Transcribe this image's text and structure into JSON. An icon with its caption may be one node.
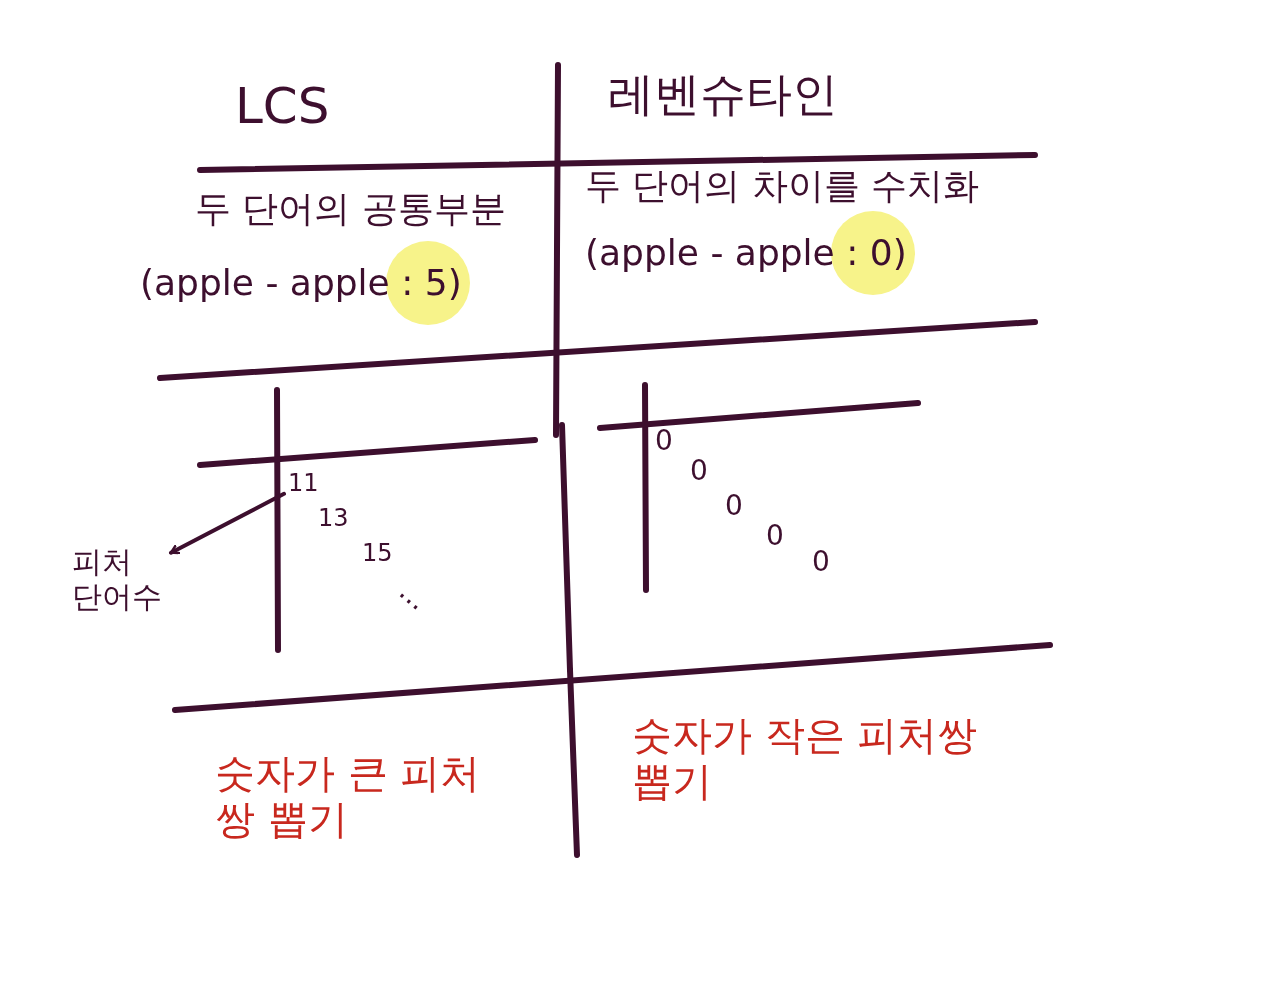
{
  "diagram": {
    "nodes": [
      {
        "text": [
          "피처 단어수"
        ]
      },
      {
        "text": [
          "11"
        ]
      }
    ],
    "edges": [
      {
        "from": 1,
        "to": 0,
        "arrow": "to"
      }
    ],
    "labels": [
      "LCS",
      "레벤슈타인",
      "두 단어의 공통부분",
      "두 단어의 차이를 수치화",
      "(apple - apple : 5)",
      "(apple - apple : 0)",
      "13",
      "15",
      "...",
      "0",
      "0",
      "0",
      "0",
      "0",
      "숫자가 큰 피처쌍 뽑기",
      "숫자가 작은 피처쌍 뽑기"
    ]
  }
}
